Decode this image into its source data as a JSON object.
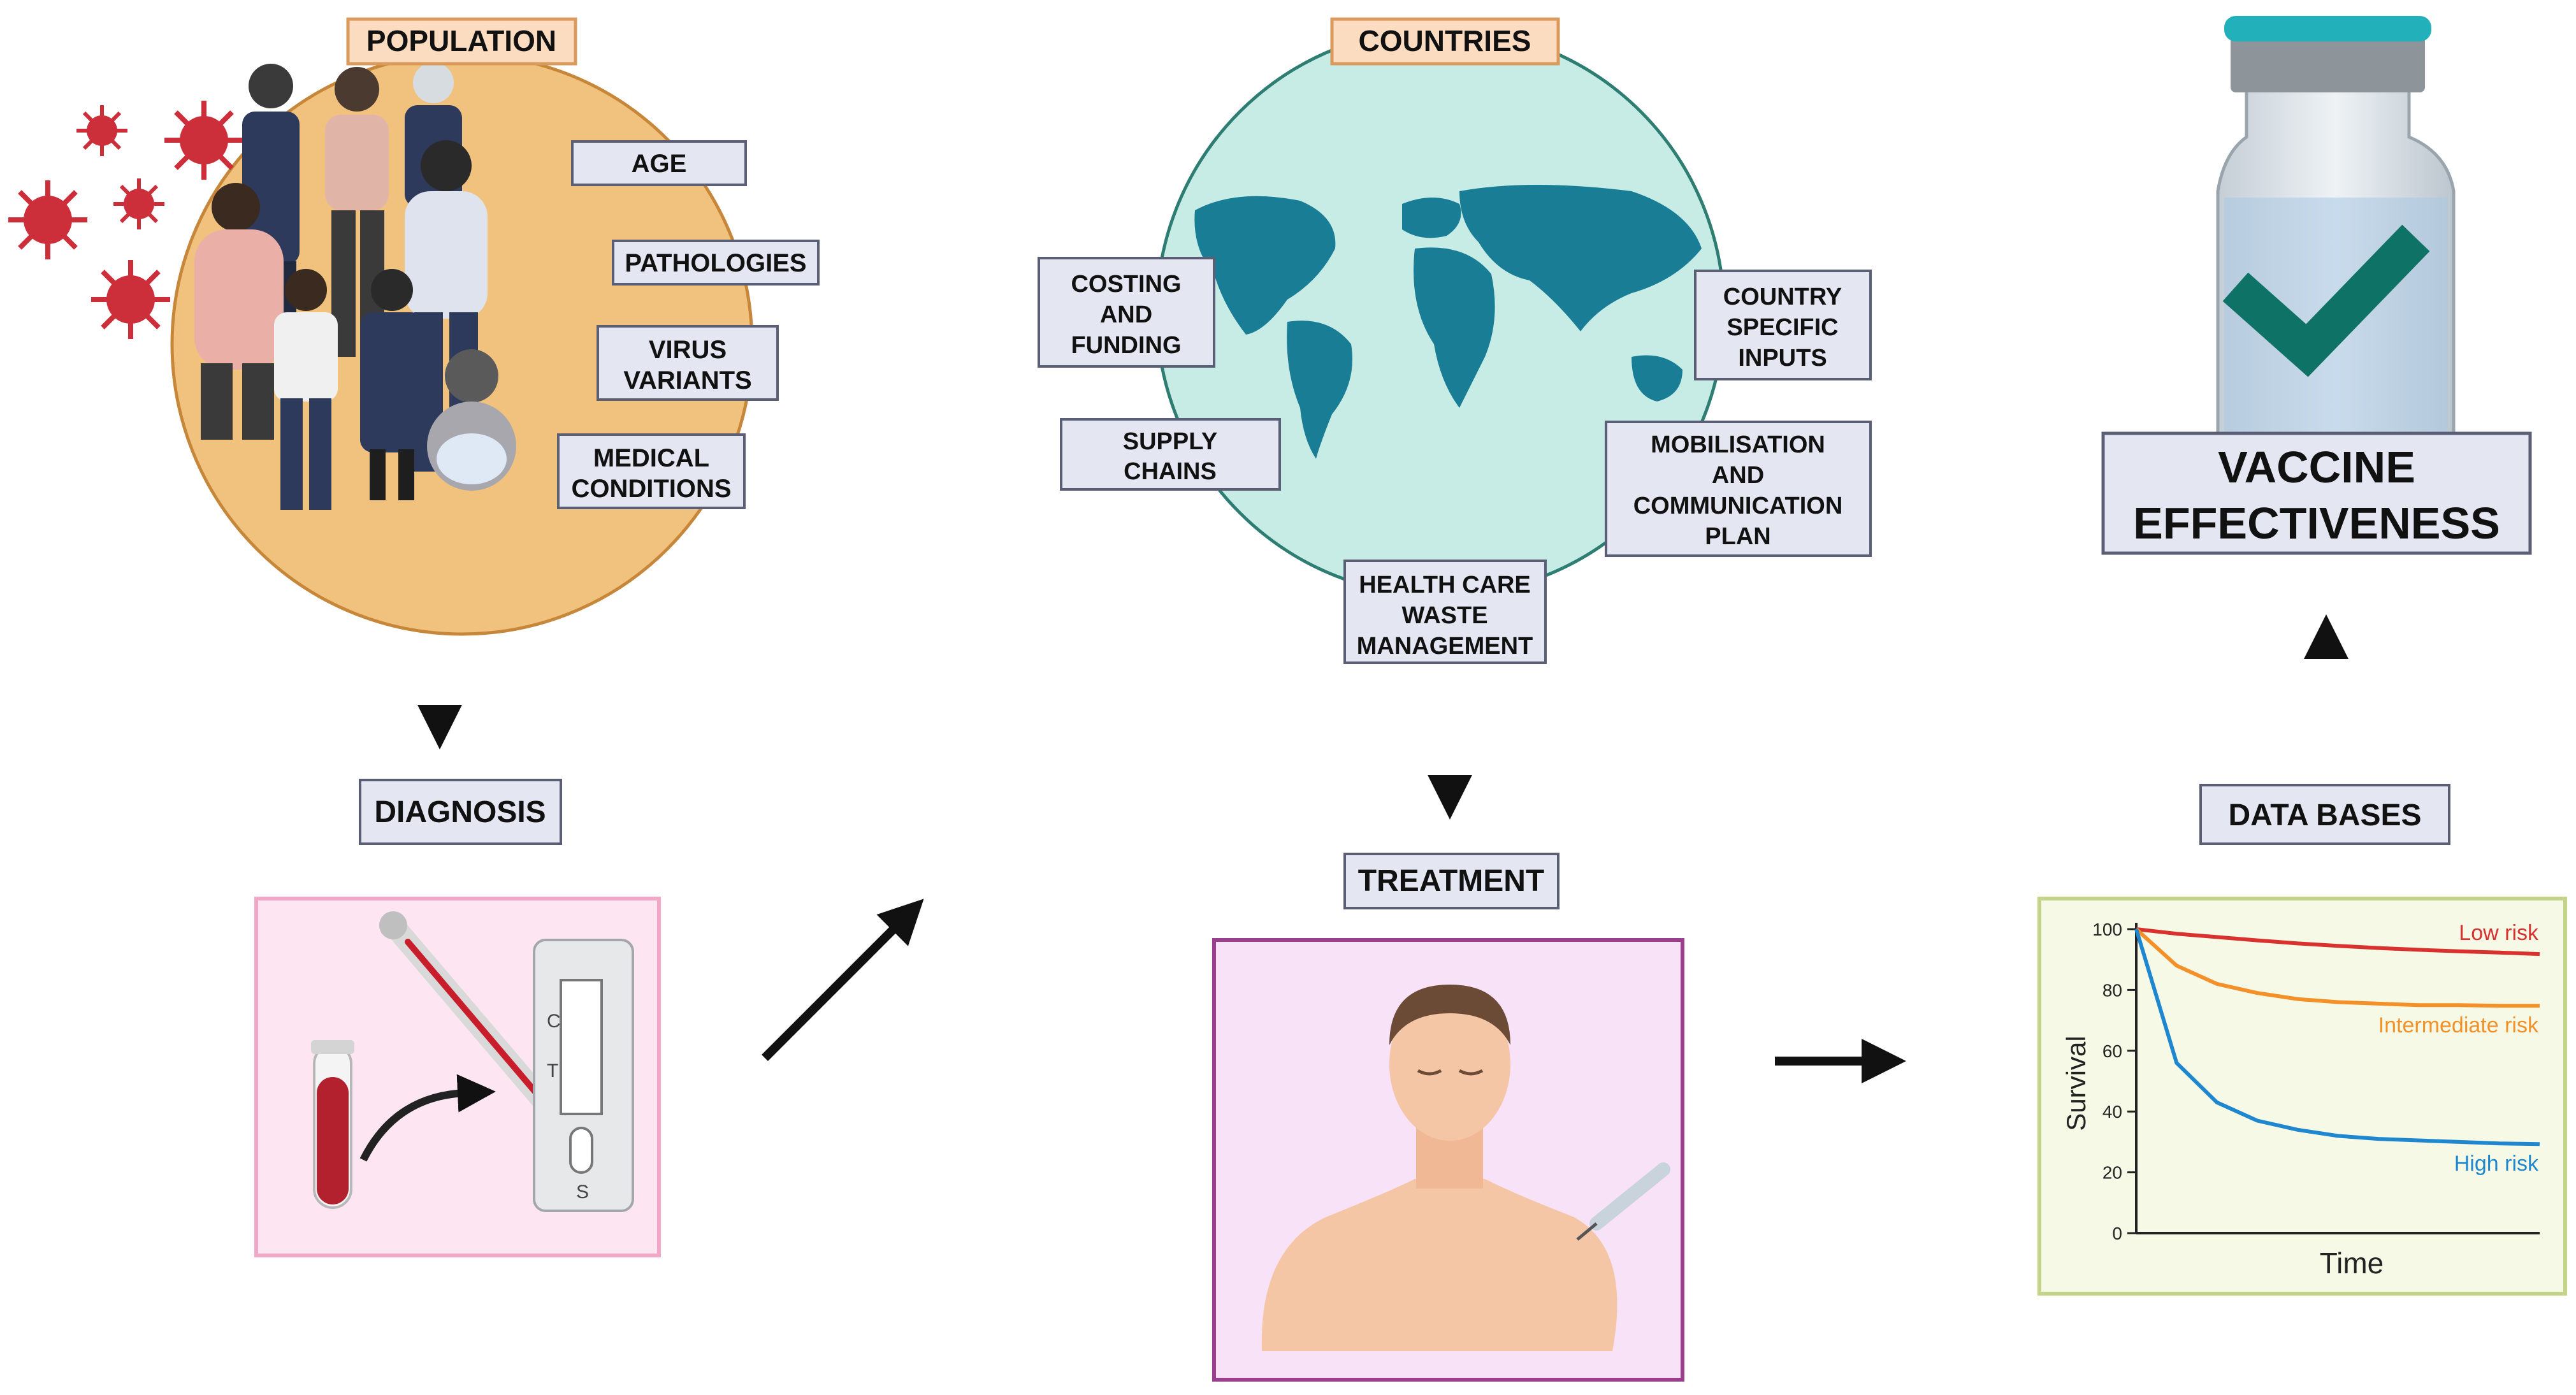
{
  "population": {
    "title": "POPULATION",
    "factors": {
      "age": "AGE",
      "pathologies": "PATHOLOGIES",
      "virus_variants": [
        "VIRUS",
        "VARIANTS"
      ],
      "medical_conditions": [
        "MEDICAL",
        "CONDITIONS"
      ]
    }
  },
  "diagnosis": {
    "label": "DIAGNOSIS",
    "test_letters": {
      "c": "C",
      "t": "T",
      "s": "S"
    }
  },
  "countries": {
    "title": "COUNTRIES",
    "factors": {
      "costing_funding": [
        "COSTING",
        "AND",
        "FUNDING"
      ],
      "supply_chains": [
        "SUPPLY",
        "CHAINS"
      ],
      "country_specific_inputs": [
        "COUNTRY",
        "SPECIFIC",
        "INPUTS"
      ],
      "mobilisation_plan": [
        "MOBILISATION",
        "AND",
        "COMMUNICATION",
        "PLAN"
      ],
      "health_care_waste": [
        "HEALTH CARE",
        "WASTE",
        "MANAGEMENT"
      ]
    }
  },
  "treatment": {
    "label": "TREATMENT"
  },
  "data_bases": {
    "label": "DATA BASES"
  },
  "vaccine_effectiveness": {
    "label": [
      "VACCINE",
      "EFFECTIVENESS"
    ]
  },
  "colors": {
    "population_circle": "#f1c27d",
    "globe_ocean": "#c7ece6",
    "globe_land": "#1a7d96",
    "label_box_fill": "#e4e6f2",
    "title_box_fill": "#fbdcc0",
    "diagnosis_panel": "#fde6f1",
    "treatment_panel": "#f8e2f8",
    "chart_panel": "#f5f9e6",
    "low_risk": "#d9312d",
    "intermediate_risk": "#f39128",
    "high_risk": "#1f87d0",
    "check": "#0f7267"
  },
  "chart_data": {
    "type": "line",
    "xlabel": "Time",
    "ylabel": "Survival",
    "ylim": [
      0,
      100
    ],
    "yticks": [
      0,
      20,
      40,
      60,
      80,
      100
    ],
    "x": [
      0,
      1,
      2,
      3,
      4,
      5,
      6,
      7,
      8,
      9,
      10
    ],
    "series": [
      {
        "name": "Low risk",
        "color": "#d9312d",
        "values": [
          100,
          98.5,
          97.4,
          96.3,
          95.3,
          94.5,
          93.8,
          93.2,
          92.7,
          92.3,
          91.8
        ]
      },
      {
        "name": "Intermediate risk",
        "color": "#f39128",
        "values": [
          100,
          88,
          82,
          79,
          77,
          76,
          75.5,
          75,
          75,
          74.8,
          74.8
        ]
      },
      {
        "name": "High risk",
        "color": "#1f87d0",
        "values": [
          100,
          56,
          43,
          37,
          34,
          32,
          31,
          30.5,
          30,
          29.5,
          29.3
        ]
      }
    ]
  }
}
